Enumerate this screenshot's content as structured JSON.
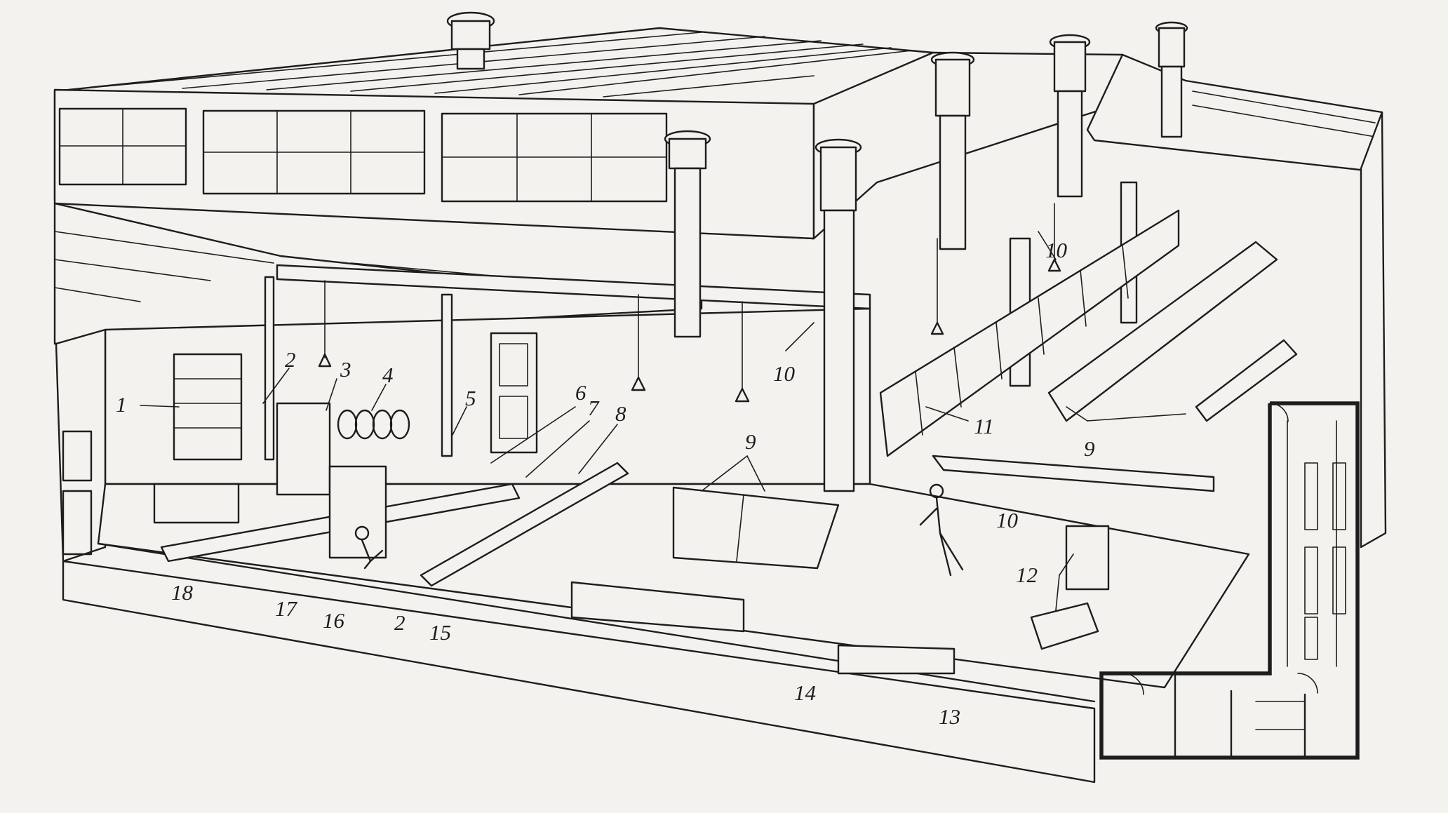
{
  "labels": [
    {
      "id": "1",
      "text": "1"
    },
    {
      "id": "2a",
      "text": "2"
    },
    {
      "id": "3",
      "text": "3"
    },
    {
      "id": "4",
      "text": "4"
    },
    {
      "id": "5",
      "text": "5"
    },
    {
      "id": "6",
      "text": "6"
    },
    {
      "id": "7",
      "text": "7"
    },
    {
      "id": "8",
      "text": "8"
    },
    {
      "id": "9a",
      "text": "9"
    },
    {
      "id": "9b",
      "text": "9"
    },
    {
      "id": "10a",
      "text": "10"
    },
    {
      "id": "10b",
      "text": "10"
    },
    {
      "id": "10c",
      "text": "10"
    },
    {
      "id": "11",
      "text": "11"
    },
    {
      "id": "12",
      "text": "12"
    },
    {
      "id": "13",
      "text": "13"
    },
    {
      "id": "14",
      "text": "14"
    },
    {
      "id": "15",
      "text": "15"
    },
    {
      "id": "16",
      "text": "16"
    },
    {
      "id": "17",
      "text": "17"
    },
    {
      "id": "18",
      "text": "18"
    },
    {
      "id": "2b",
      "text": "2"
    }
  ]
}
